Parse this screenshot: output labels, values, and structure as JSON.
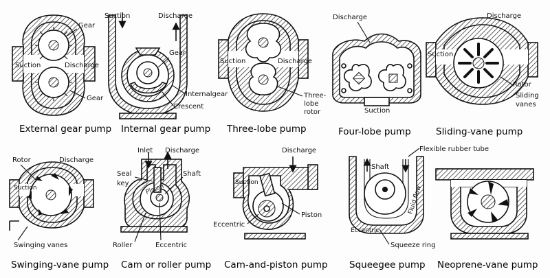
{
  "pumps": [
    {
      "caption": "External gear pump",
      "labels": [
        "Gear",
        "Suction",
        "Discharge",
        "Gear"
      ]
    },
    {
      "caption": "Internal gear pump",
      "labels": [
        "Suction",
        "Discharge",
        "Gear",
        "Internalgear",
        "Crescent"
      ]
    },
    {
      "caption": "Three-lobe pump",
      "labels": [
        "Suction",
        "Discharge",
        "Three-",
        "lobe",
        "rotor"
      ]
    },
    {
      "caption": "Four-lobe pump",
      "labels": [
        "Discharge",
        "Suction"
      ]
    },
    {
      "caption": "Sliding-vane pump",
      "labels": [
        "Discharge",
        "Suction",
        "Rotor",
        "Sliding",
        "vanes"
      ]
    },
    {
      "caption": "Swinging-vane pump",
      "labels": [
        "Rotor",
        "Discharge",
        "Suction",
        "Swinging vanes"
      ]
    },
    {
      "caption": "Cam or roller pump",
      "labels": [
        "Inlet",
        "Discharge",
        "Seal",
        "key",
        "Shaft",
        "Roller",
        "Eccentric",
        "Piston"
      ]
    },
    {
      "caption": "Cam-and-piston pump",
      "labels": [
        "Discharge",
        "Suction",
        "Piston",
        "Eccentric"
      ]
    },
    {
      "caption": "Squeegee pump",
      "labels": [
        "Flexible rubber tube",
        "Shaft",
        "Fluid flow",
        "Eccentric",
        "Squeeze ring"
      ]
    },
    {
      "caption": "Neoprene-vane pump",
      "labels": []
    }
  ]
}
